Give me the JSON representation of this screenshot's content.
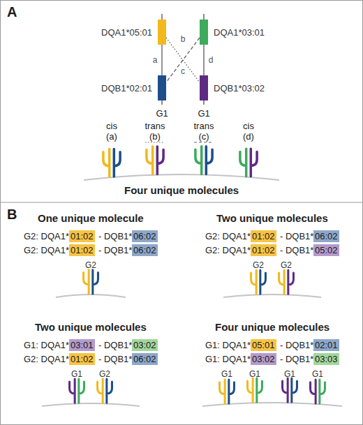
{
  "diagram": {
    "nodes": [
      {
        "text": [
          "DQA1*05:01"
        ]
      },
      {
        "text": [
          "DQA1*03:01"
        ]
      },
      {
        "text": [
          "DQB1*02:01"
        ]
      },
      {
        "text": [
          "DQB1*03:02"
        ]
      },
      {
        "text": [
          "01:02"
        ]
      },
      {
        "text": [
          "06:02"
        ]
      },
      {
        "text": [
          "01:02"
        ]
      },
      {
        "text": [
          "06:02"
        ]
      },
      {
        "text": [
          "01:02"
        ]
      },
      {
        "text": [
          "06:02"
        ]
      },
      {
        "text": [
          "01:02"
        ]
      },
      {
        "text": [
          "05:02"
        ]
      },
      {
        "text": [
          "03:01"
        ]
      },
      {
        "text": [
          "03:02"
        ]
      },
      {
        "text": [
          "01:02"
        ]
      },
      {
        "text": [
          "06:02"
        ]
      },
      {
        "text": [
          "05:01"
        ]
      },
      {
        "text": [
          "02:01"
        ]
      },
      {
        "text": [
          "03:02"
        ]
      },
      {
        "text": [
          "03:03"
        ]
      }
    ],
    "edges": [
      {
        "from": 0,
        "to": 2,
        "arrow": "none",
        "label": "a"
      },
      {
        "from": 0,
        "to": 3,
        "arrow": "none",
        "label": "b"
      },
      {
        "from": 1,
        "to": 2,
        "arrow": "none",
        "label": "c"
      },
      {
        "from": 1,
        "to": 3,
        "arrow": "none",
        "label": "d"
      }
    ],
    "labels": [
      "A",
      "G1",
      "G1",
      "cis",
      "(a)",
      "trans",
      "(b)",
      "trans",
      "(c)",
      "cis",
      "(d)",
      "Four unique molecules",
      "B",
      "One unique molecule",
      "G2: DQA1*",
      "- DQB1*",
      "G2: DQA1*",
      "- DQB1*",
      "G2",
      "Two unique molecules",
      "G2: DQA1*",
      "- DQB1*",
      "G2: DQA1*",
      "- DQB1*",
      "G2",
      "G2",
      "Two unique molecules",
      "G1: DQA1*",
      "- DQB1*",
      "G2: DQA1*",
      "- DQB1*",
      "G1",
      "G2",
      "Four unique molecules",
      "G1: DQA1*",
      "- DQB1*",
      "G1: DQA1*",
      "- DQB1*",
      "G1",
      "G1",
      "G1",
      "G1"
    ]
  }
}
